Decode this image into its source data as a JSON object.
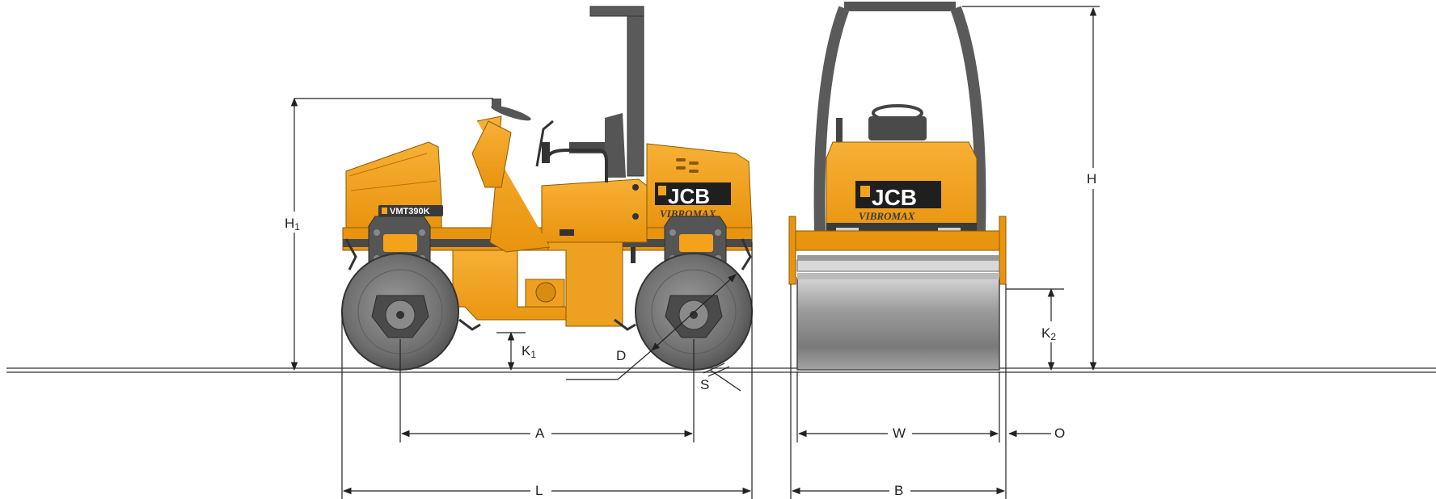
{
  "brand": {
    "logo": "JCB",
    "sub_logo": "VIBROMAX",
    "model": "VMT390K",
    "body_color": "#f5a21b",
    "dark_color": "#4a4a4a"
  },
  "dimensions": {
    "H1": {
      "main": "H",
      "sub": "1"
    },
    "H": {
      "main": "H",
      "sub": ""
    },
    "K1": {
      "main": "K",
      "sub": "1"
    },
    "K2": {
      "main": "K",
      "sub": "2"
    },
    "D": {
      "main": "D",
      "sub": ""
    },
    "S": {
      "main": "S",
      "sub": ""
    },
    "A": {
      "main": "A",
      "sub": ""
    },
    "L": {
      "main": "L",
      "sub": ""
    },
    "W": {
      "main": "W",
      "sub": ""
    },
    "B": {
      "main": "B",
      "sub": ""
    },
    "O": {
      "main": "O",
      "sub": ""
    }
  }
}
